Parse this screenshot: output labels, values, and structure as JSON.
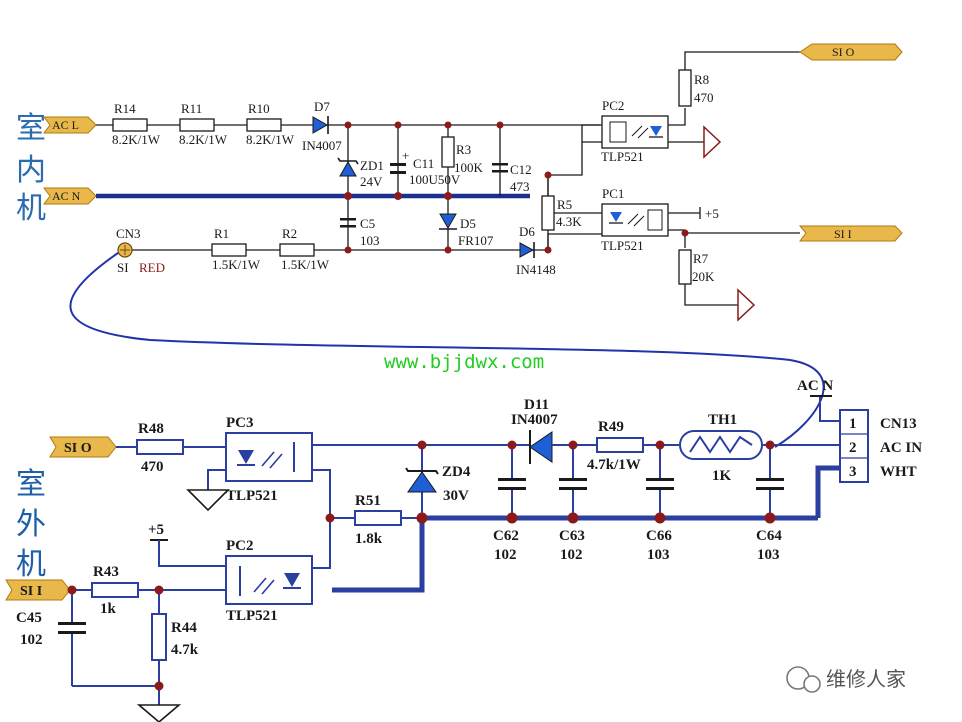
{
  "indoor": {
    "side_label": [
      "室",
      "内",
      "机"
    ],
    "nets": {
      "acl": "AC L",
      "acn": "AC N",
      "sio": "SI O",
      "sii": "SI I"
    },
    "cn3": {
      "ref": "CN3",
      "pin": "SI",
      "color": "RED"
    },
    "components": {
      "r14": {
        "ref": "R14",
        "value": "8.2K/1W"
      },
      "r11": {
        "ref": "R11",
        "value": "8.2K/1W"
      },
      "r10": {
        "ref": "R10",
        "value": "8.2K/1W"
      },
      "d7": {
        "ref": "D7",
        "value": "IN4007"
      },
      "zd1": {
        "ref": "ZD1",
        "value": "24V"
      },
      "c11": {
        "ref": "C11",
        "value": "100U50V"
      },
      "r3": {
        "ref": "R3",
        "value": "100K"
      },
      "c12": {
        "ref": "C12",
        "value": "473"
      },
      "c5": {
        "ref": "C5",
        "value": "103"
      },
      "d5": {
        "ref": "D5",
        "value": "FR107"
      },
      "r1": {
        "ref": "R1",
        "value": "1.5K/1W"
      },
      "r2": {
        "ref": "R2",
        "value": "1.5K/1W"
      },
      "d6": {
        "ref": "D6",
        "value": "IN4148"
      },
      "r5": {
        "ref": "R5",
        "value": "4.3K"
      },
      "pc2": {
        "ref": "PC2",
        "value": "TLP521"
      },
      "pc1": {
        "ref": "PC1",
        "value": "TLP521"
      },
      "r8": {
        "ref": "R8",
        "value": "470"
      },
      "r7": {
        "ref": "R7",
        "value": "20K"
      },
      "plus5": "+5"
    }
  },
  "watermark_url": "www.bjjdwx.com",
  "outdoor": {
    "side_label": [
      "室",
      "外",
      "机"
    ],
    "nets": {
      "sio": "SI O",
      "sii": "SI I",
      "acn": "AC N"
    },
    "cn13": {
      "ref": "CN13",
      "label": "AC IN",
      "color": "WHT",
      "pins": [
        "1",
        "2",
        "3"
      ]
    },
    "components": {
      "r48": {
        "ref": "R48",
        "value": "470"
      },
      "pc3": {
        "ref": "PC3",
        "value": "TLP521"
      },
      "r51": {
        "ref": "R51",
        "value": "1.8k"
      },
      "zd4": {
        "ref": "ZD4",
        "value": "30V"
      },
      "d11": {
        "ref": "D11",
        "value": "IN4007"
      },
      "r49": {
        "ref": "R49",
        "value": "4.7k/1W"
      },
      "th1": {
        "ref": "TH1",
        "value": "1K"
      },
      "c62": {
        "ref": "C62",
        "value": "102"
      },
      "c63": {
        "ref": "C63",
        "value": "102"
      },
      "c66": {
        "ref": "C66",
        "value": "103"
      },
      "c64": {
        "ref": "C64",
        "value": "103"
      },
      "pc2": {
        "ref": "PC2",
        "value": "TLP521"
      },
      "r43": {
        "ref": "R43",
        "value": "1k"
      },
      "r44": {
        "ref": "R44",
        "value": "4.7k"
      },
      "c45": {
        "ref": "C45",
        "value": "102"
      },
      "plus5": "+5"
    }
  },
  "brand": "维修人家",
  "colors": {
    "wire": "#1a1a1a",
    "bus": "#1b2f8f",
    "bus_out": "#2a3fa0",
    "junction": "#8b1a1a",
    "diode": "#1f5fd6",
    "tag": "#e8b84a",
    "link": "#2233aa"
  }
}
